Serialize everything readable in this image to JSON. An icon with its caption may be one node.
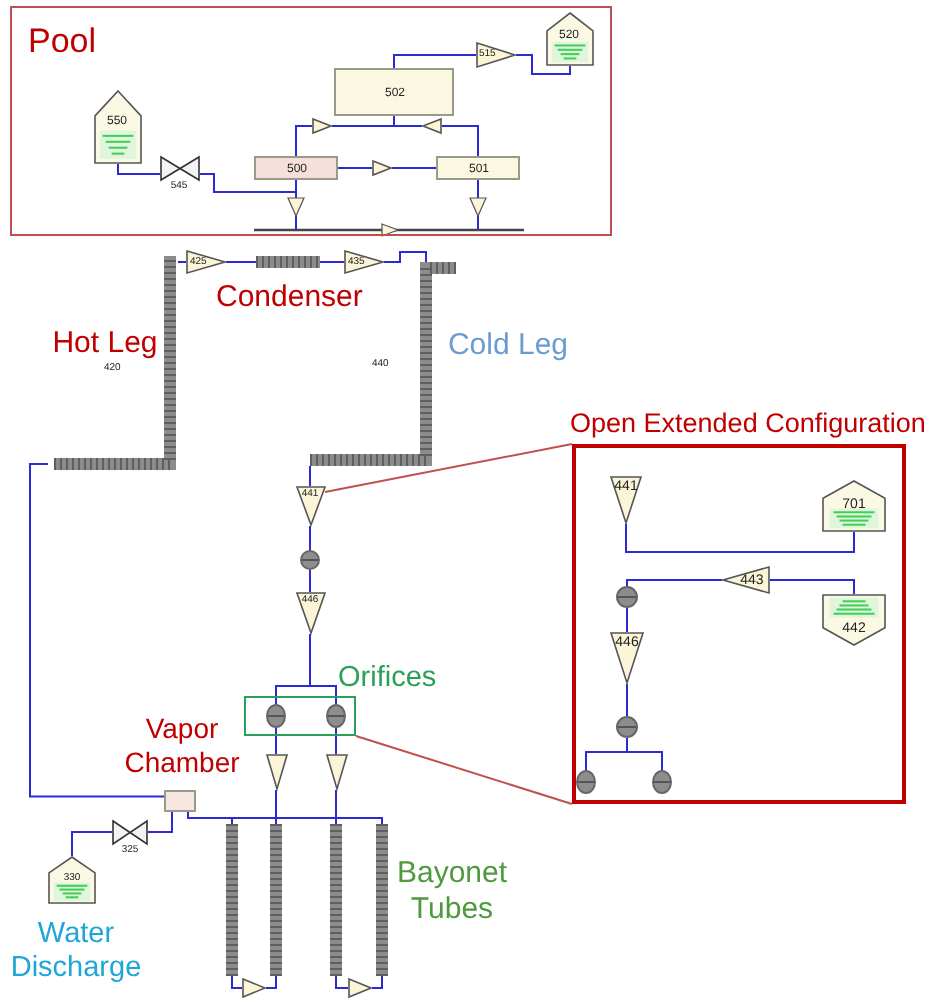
{
  "diagram": {
    "nodes": [
      {
        "text": [
          "Pool"
        ]
      },
      {
        "text": [
          "550"
        ],
        "in": 0
      },
      {
        "text": [
          "545"
        ],
        "in": 0
      },
      {
        "text": [
          "500"
        ],
        "in": 0
      },
      {
        "text": [
          "502"
        ],
        "in": 0
      },
      {
        "text": [
          "501"
        ],
        "in": 0
      },
      {
        "text": [
          "515"
        ],
        "in": 0
      },
      {
        "text": [
          "520"
        ],
        "in": 0
      },
      {
        "text": [
          "420"
        ]
      },
      {
        "text": [
          "425"
        ]
      },
      {
        "text": [],
        "shape": "bar"
      },
      {
        "text": [
          "435"
        ]
      },
      {
        "text": [
          "440"
        ]
      },
      {
        "text": [
          "441"
        ]
      },
      {
        "text": [],
        "shape": "valve"
      },
      {
        "text": [
          "446"
        ]
      },
      {
        "text": [
          "Orifices"
        ]
      },
      {
        "text": [],
        "shape": "valve",
        "in": 16
      },
      {
        "text": [],
        "shape": "valve",
        "in": 16
      },
      {
        "text": [],
        "shape": "triangle"
      },
      {
        "text": [],
        "shape": "triangle"
      },
      {
        "text": [],
        "shape": "box",
        "beside": [
          "Vapor Chamber"
        ]
      },
      {
        "text": [
          "325"
        ]
      },
      {
        "text": [
          "330"
        ],
        "beside": [
          "Water Discharge"
        ]
      },
      {
        "text": [],
        "shape": "bar"
      },
      {
        "text": [],
        "shape": "bar"
      },
      {
        "text": [],
        "shape": "bar"
      },
      {
        "text": [],
        "shape": "bar"
      },
      {
        "text": [],
        "shape": "triangle"
      },
      {
        "text": [],
        "shape": "triangle"
      },
      {
        "text": [
          "Open Extended Configuration"
        ]
      },
      {
        "text": [
          "441"
        ],
        "in": 30
      },
      {
        "text": [
          "701"
        ],
        "in": 30
      },
      {
        "text": [
          "443"
        ],
        "in": 30
      },
      {
        "text": [
          "442"
        ],
        "in": 30
      },
      {
        "text": [],
        "shape": "valve",
        "in": 30
      },
      {
        "text": [
          "446"
        ],
        "in": 30
      },
      {
        "text": [],
        "shape": "valve",
        "in": 30
      },
      {
        "text": [],
        "shape": "valve",
        "in": 30
      },
      {
        "text": [],
        "shape": "valve",
        "in": 30
      },
      {
        "text": [],
        "shape": "triangle",
        "in": 0
      },
      {
        "text": [],
        "shape": "triangle",
        "in": 0
      },
      {
        "text": [],
        "shape": "triangle",
        "in": 0
      }
    ],
    "edges": [
      {
        "from": 2,
        "to": 1,
        "arrow": "none"
      },
      {
        "from": 2,
        "to": 3,
        "arrow": "none"
      },
      {
        "from": 3,
        "to": 40,
        "arrow": "none"
      },
      {
        "from": 5,
        "to": 41,
        "arrow": "none"
      },
      {
        "from": 3,
        "to": 42,
        "arrow": "none"
      },
      {
        "from": 4,
        "to": 6,
        "arrow": "none"
      },
      {
        "from": 6,
        "to": 7,
        "arrow": "none"
      },
      {
        "from": 21,
        "to": 8,
        "arrow": "none"
      },
      {
        "from": 8,
        "to": 9,
        "arrow": "none"
      },
      {
        "from": 9,
        "to": 10,
        "arrow": "none"
      },
      {
        "from": 10,
        "to": 11,
        "arrow": "none"
      },
      {
        "from": 11,
        "to": 12,
        "arrow": "none"
      },
      {
        "from": 12,
        "to": 13,
        "arrow": "none"
      },
      {
        "from": 13,
        "to": 14,
        "arrow": "none"
      },
      {
        "from": 14,
        "to": 15,
        "arrow": "none"
      },
      {
        "from": 15,
        "to": 17,
        "arrow": "none"
      },
      {
        "from": 15,
        "to": 18,
        "arrow": "none"
      },
      {
        "from": 17,
        "to": 19,
        "arrow": "none"
      },
      {
        "from": 18,
        "to": 20,
        "arrow": "none"
      },
      {
        "from": 19,
        "to": 25,
        "arrow": "none"
      },
      {
        "from": 20,
        "to": 26,
        "arrow": "none"
      },
      {
        "from": 21,
        "to": 24,
        "arrow": "none"
      },
      {
        "from": 21,
        "to": 25,
        "arrow": "none"
      },
      {
        "from": 21,
        "to": 26,
        "arrow": "none"
      },
      {
        "from": 21,
        "to": 27,
        "arrow": "none"
      },
      {
        "from": 24,
        "to": 28,
        "arrow": "none"
      },
      {
        "from": 28,
        "to": 25,
        "arrow": "none"
      },
      {
        "from": 26,
        "to": 29,
        "arrow": "none"
      },
      {
        "from": 29,
        "to": 27,
        "arrow": "none"
      },
      {
        "from": 21,
        "to": 22,
        "arrow": "none"
      },
      {
        "from": 22,
        "to": 23,
        "arrow": "none"
      },
      {
        "from": 31,
        "to": 32,
        "arrow": "none"
      },
      {
        "from": 33,
        "to": 35,
        "arrow": "none"
      },
      {
        "from": 33,
        "to": 34,
        "arrow": "none"
      },
      {
        "from": 35,
        "to": 36,
        "arrow": "none"
      },
      {
        "from": 36,
        "to": 37,
        "arrow": "none"
      },
      {
        "from": 37,
        "to": 38,
        "arrow": "none"
      },
      {
        "from": 37,
        "to": 39,
        "arrow": "none"
      },
      {
        "from": 13,
        "to": 30,
        "arrow": "none",
        "color": "#c0504d"
      },
      {
        "from": 16,
        "to": 30,
        "arrow": "none",
        "color": "#c0504d"
      },
      {
        "from": 40,
        "to": 4,
        "arrow": "none"
      },
      {
        "from": 41,
        "to": 4,
        "arrow": "none"
      },
      {
        "from": 42,
        "to": 5,
        "arrow": "none"
      }
    ],
    "labels": [
      "Condenser",
      "Hot Leg",
      "Cold Leg",
      "Bayonet Tubes"
    ]
  }
}
